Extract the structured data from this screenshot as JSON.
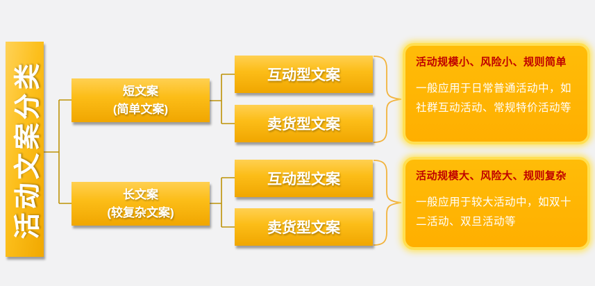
{
  "diagram": {
    "root": {
      "label": "活动文案分类"
    },
    "branches": [
      {
        "title": "短文案",
        "subtitle": "(简单文案)"
      },
      {
        "title": "长文案",
        "subtitle": "(较复杂文案)"
      }
    ],
    "types": [
      {
        "label": "互动型文案"
      },
      {
        "label": "卖货型文案"
      },
      {
        "label": "互动型文案"
      },
      {
        "label": "卖货型文案"
      }
    ],
    "panels": [
      {
        "title": "活动规模小、风险小、规则简单",
        "body": "一般应用于日常普通活动中，如社群互动活动、常规特价活动等"
      },
      {
        "title": "活动规模大、风险大、规则复杂",
        "body": "一般应用于较大活动中，如双十二活动、双旦活动等"
      }
    ],
    "colors": {
      "background": "#f2f2f3",
      "node_gradient_top": "#ffd051",
      "node_gradient_bottom": "#f0a600",
      "panel_fill": "#ffb400",
      "panel_border": "#ffdf52",
      "panel_title": "#bf0000",
      "connector": "#bd9206",
      "brace": "#f2b33c",
      "node_text": "#ffffff"
    }
  }
}
